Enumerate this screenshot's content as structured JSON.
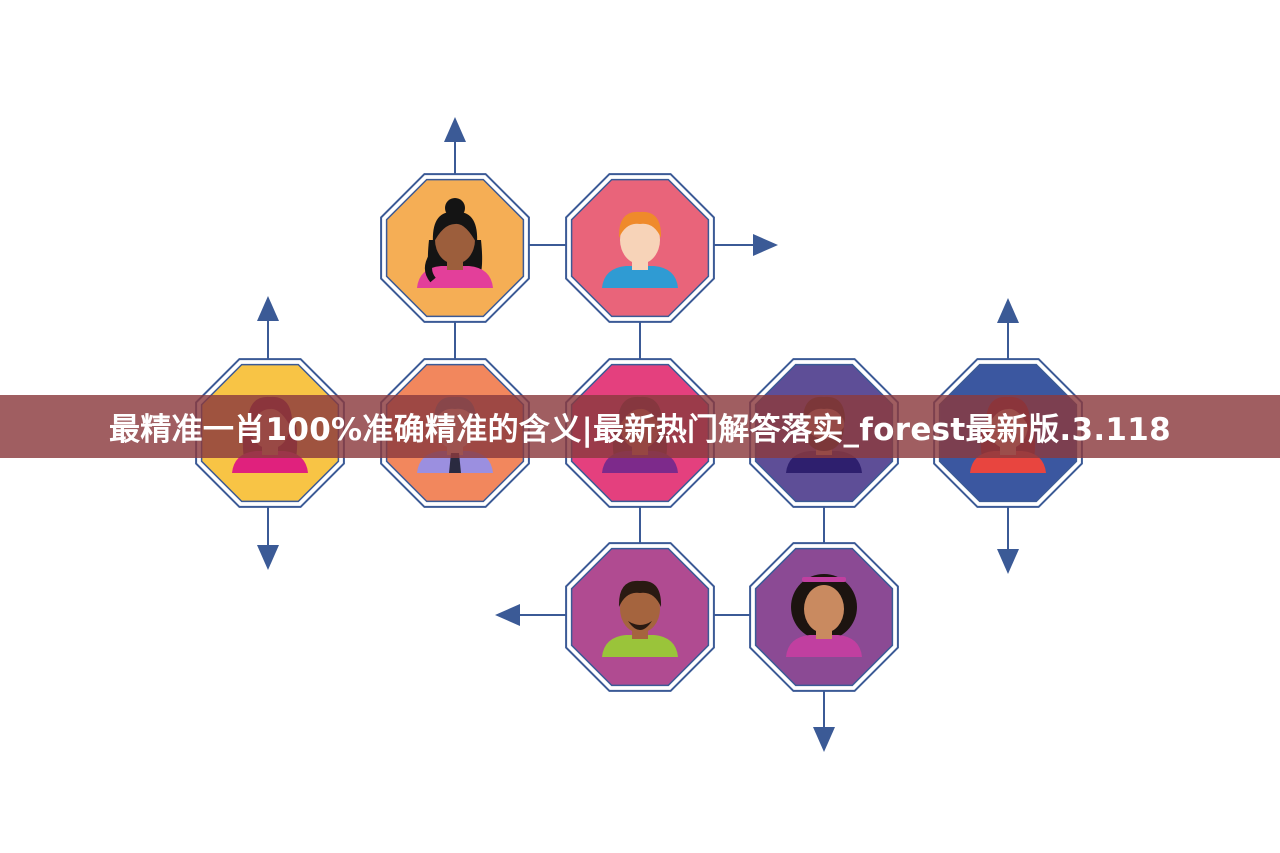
{
  "title": "最精准一肖100%准确精准的含义|最新热门解答落实_forest最新版.3.118",
  "colors": {
    "line": "#3b5a96",
    "octagon_border": "#3b5a96",
    "banner": "#8b3a3e"
  },
  "nodes": [
    {
      "id": "woman-ponytail",
      "bg": "#f5ae55",
      "skin": "#9c5e3c",
      "hair": "#141414",
      "shirt": "#e33f9a",
      "hair_style": "bun-ponytail"
    },
    {
      "id": "man-redhead",
      "bg": "#e9647a",
      "skin": "#f7d3b8",
      "hair": "#ef8a2b",
      "shirt": "#2f9bd3",
      "hair_style": "short"
    },
    {
      "id": "woman-yellow",
      "bg": "#f8c445",
      "skin": "#d98b63",
      "hair": "#8a1d34",
      "shirt": "#e0217d",
      "hair_style": "long"
    },
    {
      "id": "man-grey",
      "bg": "#f2875d",
      "skin": "#f0c19e",
      "hair": "#7a7a80",
      "shirt": "#9b8fe0",
      "hair_style": "short-tie"
    },
    {
      "id": "woman-pink",
      "bg": "#e4407e",
      "skin": "#c77a57",
      "hair": "#6e2a45",
      "shirt": "#7d2a8b",
      "hair_style": "long"
    },
    {
      "id": "man-beard",
      "bg": "#5e4e97",
      "skin": "#c9906d",
      "hair": "#3a2a22",
      "shirt": "#2e1f6e",
      "hair_style": "short-beard"
    },
    {
      "id": "woman-blue",
      "bg": "#3b57a0",
      "skin": "#e5a588",
      "hair": "#8b1e2c",
      "shirt": "#e8453f",
      "hair_style": "long"
    },
    {
      "id": "man-goatee",
      "bg": "#b04b91",
      "skin": "#a5643e",
      "hair": "#2a1a12",
      "shirt": "#9ac43a",
      "hair_style": "short-goatee"
    },
    {
      "id": "woman-afro",
      "bg": "#8b4a94",
      "skin": "#c98a60",
      "hair": "#1c1410",
      "shirt": "#c13fa0",
      "hair_style": "afro"
    }
  ]
}
